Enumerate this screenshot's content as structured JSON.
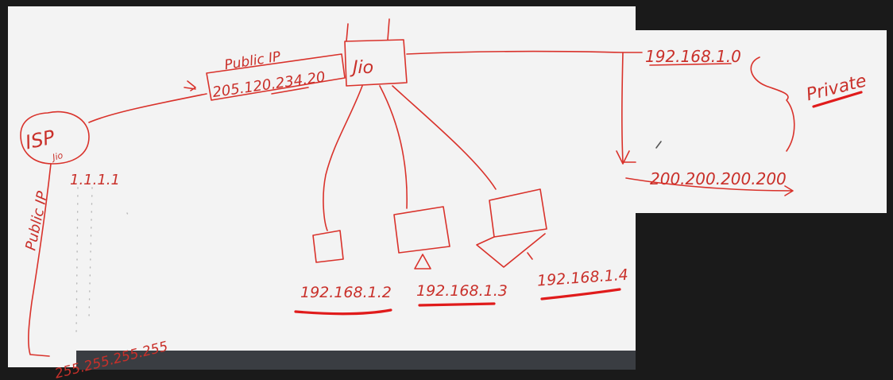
{
  "labels": {
    "isp": "ISP",
    "jio_small": "Jio",
    "public_ip_top": "Public IP",
    "public_ip_addr": "205.120.234.20",
    "router": "Jio",
    "private_net": "192.168.1.0",
    "private": "Private",
    "other_net": "200.200.200.200",
    "dns_ip": "1.1.1.1",
    "public_ip_side": "Public IP",
    "broadcast": "255.255.255.255",
    "device_1": "192.168.1.2",
    "device_2": "192.168.1.3",
    "device_3": "192.168.1.4"
  },
  "colors": {
    "ink": "#d9322b",
    "underline": "#e01b1b",
    "board": "#f2f2f2",
    "backdrop": "#1a1a1a",
    "player_bar": "#3a3d42"
  }
}
